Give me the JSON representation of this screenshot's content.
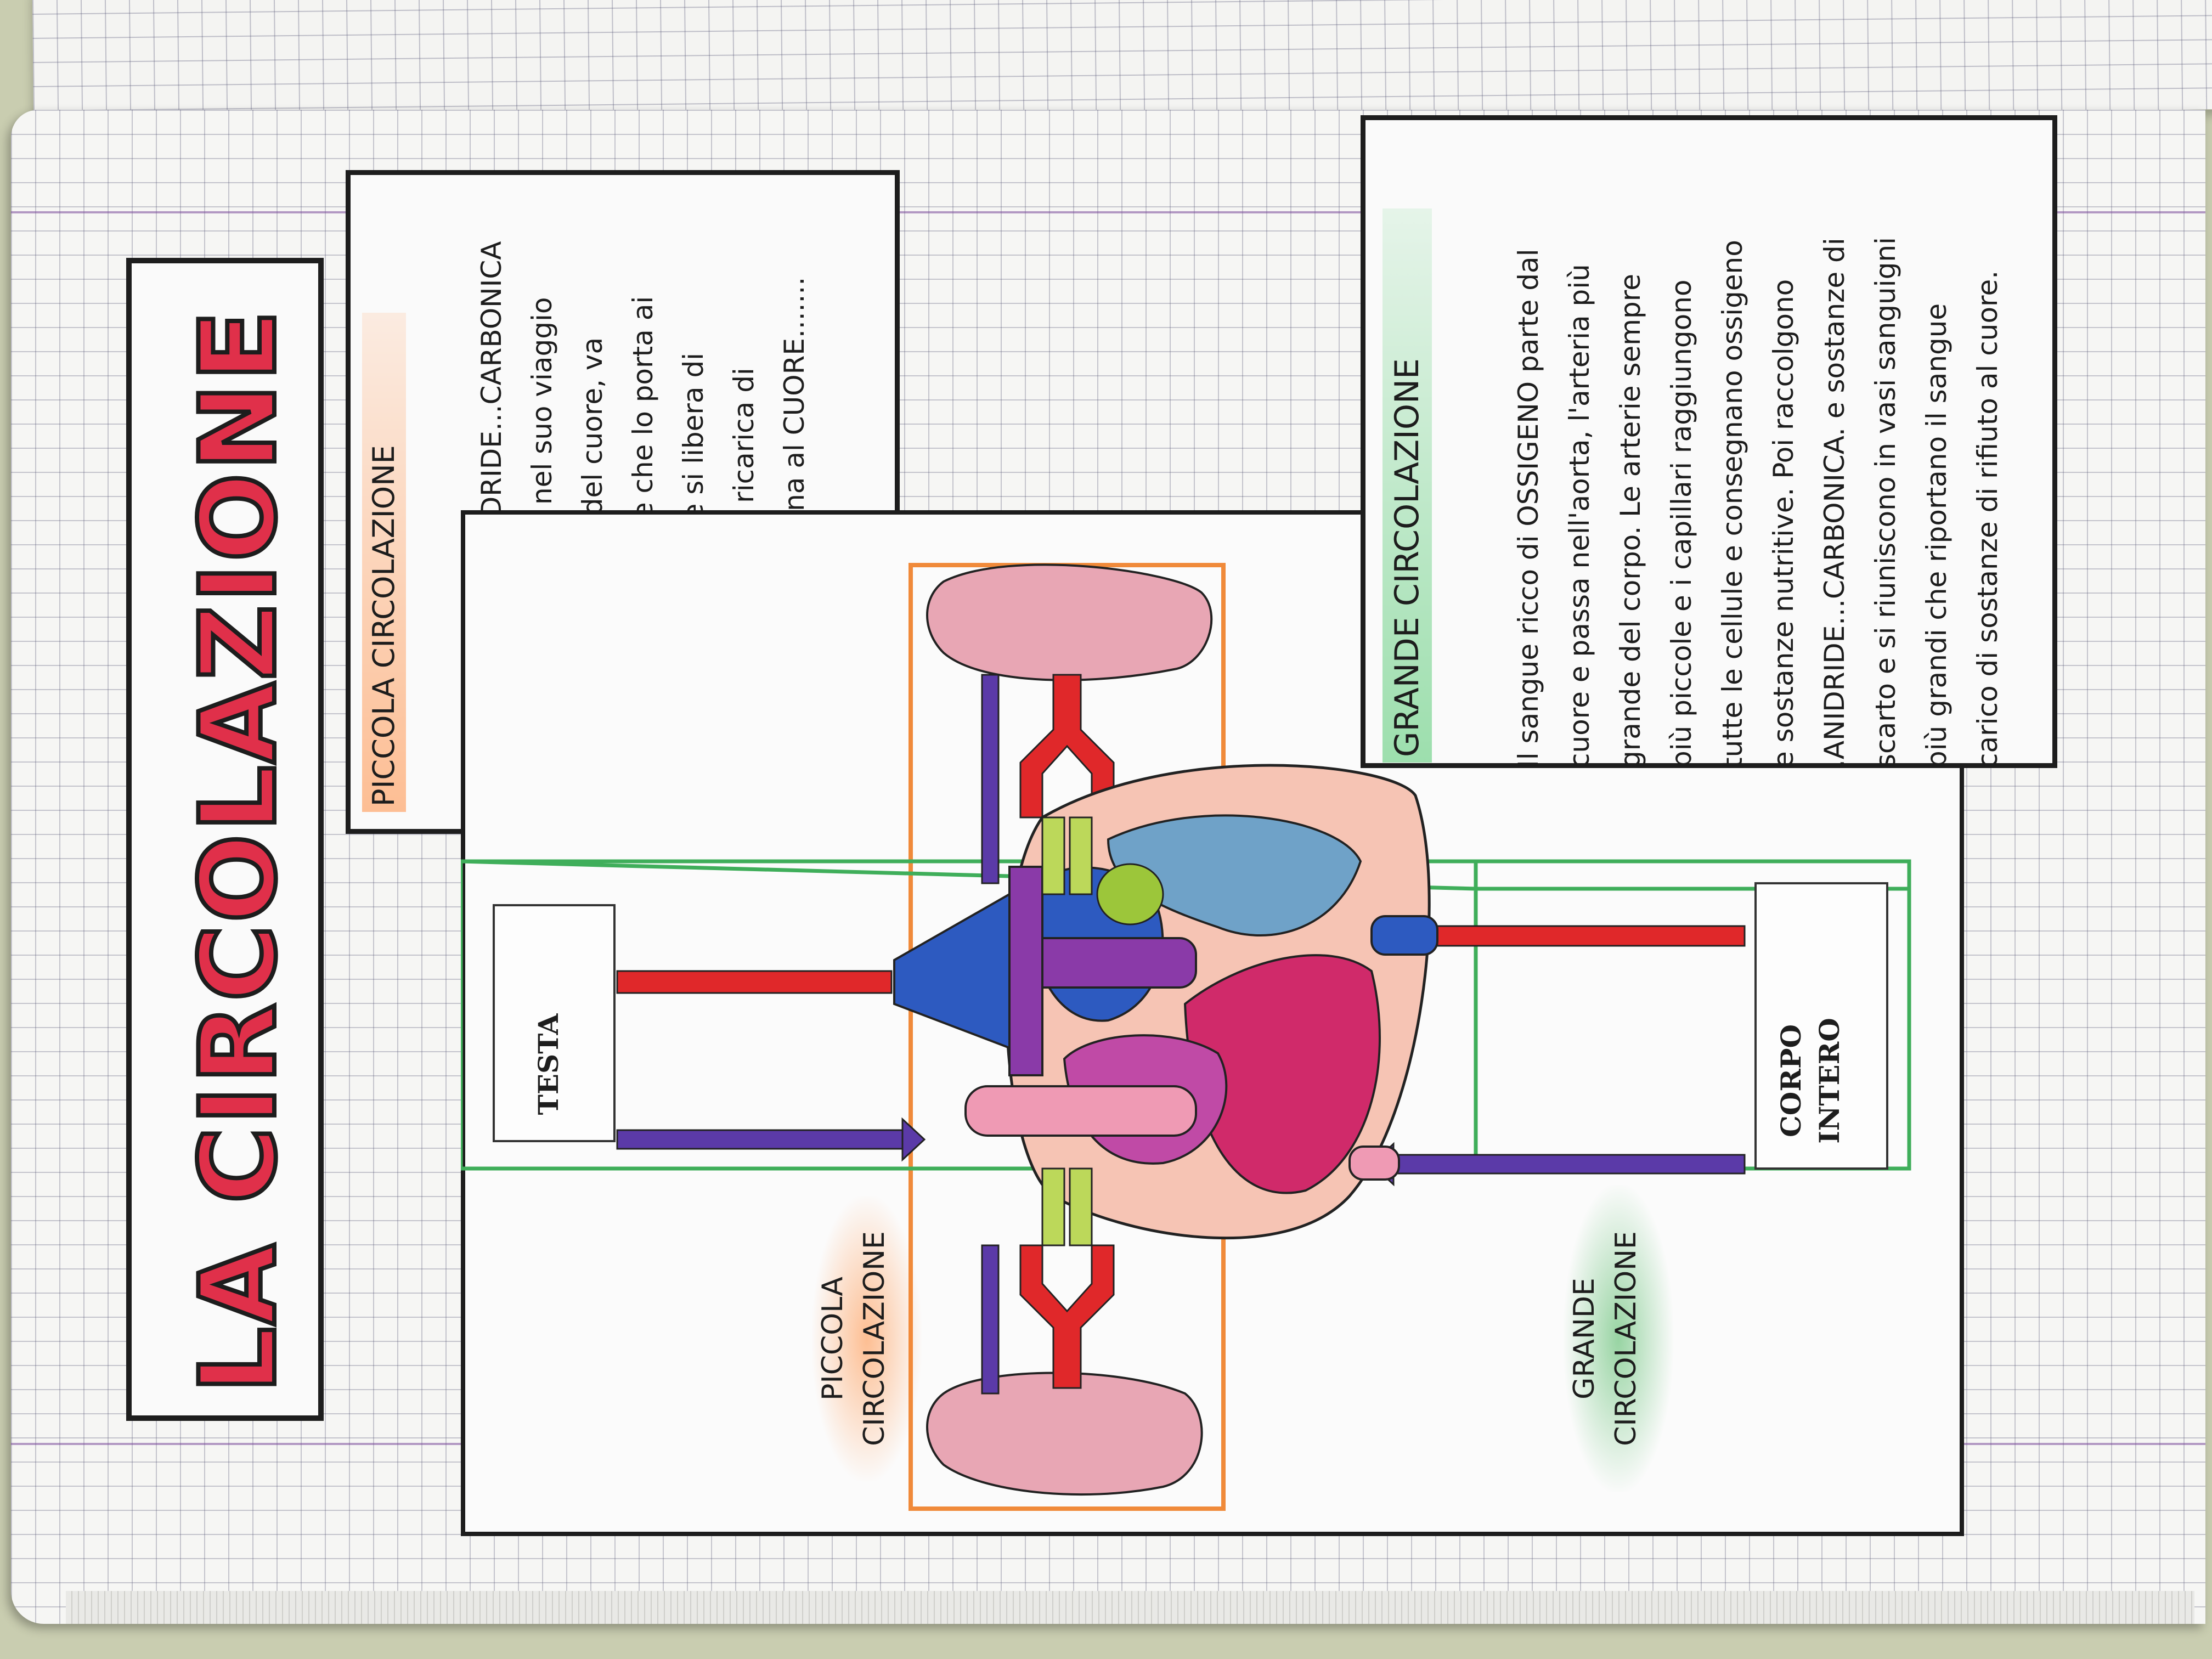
{
  "title": "LA CIRCOLAZIONE",
  "piccola_box": {
    "heading": "PICCOLA CIRCOLAZIONE",
    "text": "Il sangue ricco di ANIDRIDE...CARBONICA\ne povero di ossigeno, nel suo viaggio\ndal ventricolo destro del cuore, va\nnell'arteria polmonare che lo porta ai\npolmoni, qui il sangue si libera di\nanidride carbonica, si ricarica di\n.OSSIGENO........ e torna al CUORE......."
  },
  "grande_box": {
    "heading": "GRANDE CIRCOLAZIONE",
    "text": "Il sangue ricco di OSSIGENO parte dal\ncuore e passa nell'aorta, l'arteria più\ngrande del corpo. Le arterie sempre\npiù piccole e i capillari raggiungono\ntutte le cellule e consegnano ossigeno\ne sostanze nutritive. Poi raccolgono\n.ANIDRIDE...CARBONICA. e sostanze di\nscarto e si riuniscono in vasi sanguigni\npiù grandi che riportano il sangue\ncarico di sostanze di rifiuto al cuore."
  },
  "diagram": {
    "label_testa": "TESTA",
    "label_corpo": "CORPO\nINTERO",
    "label_piccola": "PICCOLA\nCIRCOLAZIONE",
    "label_grande": "GRANDE\nCIRCOLAZIONE",
    "colors": {
      "oxygenated": "#e0282a",
      "deoxygenated": "#5b3aa8",
      "piccola_outline": "#f08a3a",
      "grande_outline": "#3fae5a",
      "lung": "#e8a6b4",
      "heart_outer": "#f6c4b4"
    }
  }
}
